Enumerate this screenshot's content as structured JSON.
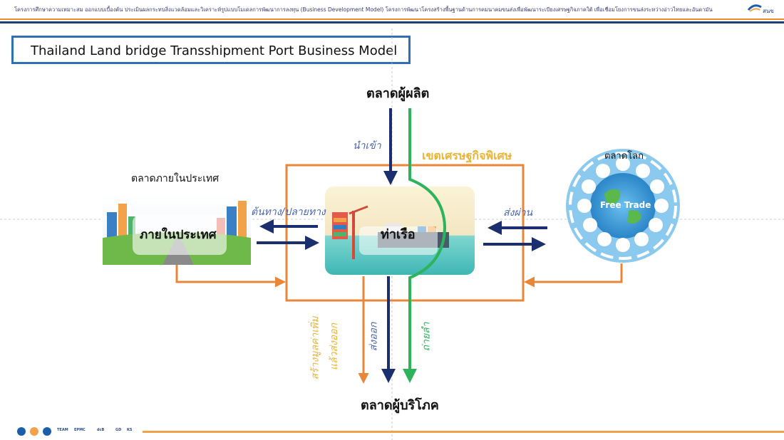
{
  "header": {
    "text": "โครงการศึกษาความเหมาะสม ออกแบบเบื้องต้น ประเมินผลกระทบสิ่งแวดล้อมและวิเคราะห์รูปแบบโมเดลการพัฒนาการลงทุน (Business Development Model) โครงการพัฒนาโครงสร้างพื้นฐานด้านการคมนาคมขนส่งเพื่อพัฒนาระเบียงเศรษฐกิจภาคใต้ เพื่อเชื่อมโยงการขนส่งระหว่างอ่าวไทยและอันดามัน",
    "logo_text": "สนข"
  },
  "title": "Thailand Land bridge Transshipment Port Business Model",
  "diagram": {
    "producer_market": "ตลาดผู้ผลิต",
    "consumer_market": "ตลาดผู้บริโภค",
    "domestic_market": "ตลาดภายในประเทศ",
    "domestic_label": "ภายในประเทศ",
    "world_market": "ตลาดโลก",
    "free_trade": "Free Trade",
    "port": "ท่าเรือ",
    "sez": "เขตเศรษฐกิจพิเศษ",
    "import": "นำเข้า",
    "origin_destination": "ต้นทาง/ปลายทาง",
    "transit": "ส่งผ่าน",
    "export": "ส่งออก",
    "transship": "ถ่ายลำ",
    "value_add": "สร้างมูลค่าเพิ่ม",
    "value_add_2": "แล้วส่งออก"
  },
  "colors": {
    "navy": "#1b2f6e",
    "orange": "#e8873a",
    "green": "#2db35b",
    "gold": "#e8b53a",
    "blue_text": "#4a66b0",
    "title_border": "#2f6fb2"
  },
  "footer": {
    "dot_colors": [
      "#1b5fa8",
      "#f2a34a",
      "#1b5fa8"
    ],
    "partners": [
      "TEAM",
      "EPMC",
      "dcB",
      "GD",
      "KS"
    ]
  }
}
